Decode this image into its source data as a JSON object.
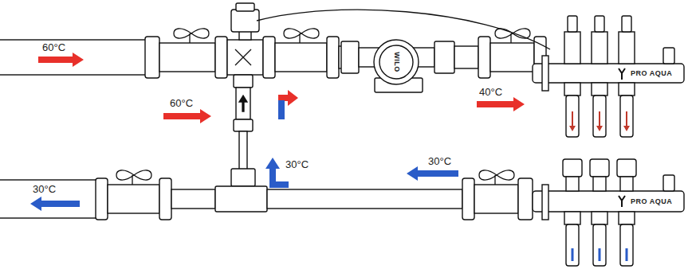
{
  "diagram": {
    "labels": [
      "60°C",
      "60°C",
      "40°C",
      "30°C",
      "30°C",
      "30°C",
      "WILO",
      "PRO AQUA",
      "PRO AQUA"
    ]
  }
}
